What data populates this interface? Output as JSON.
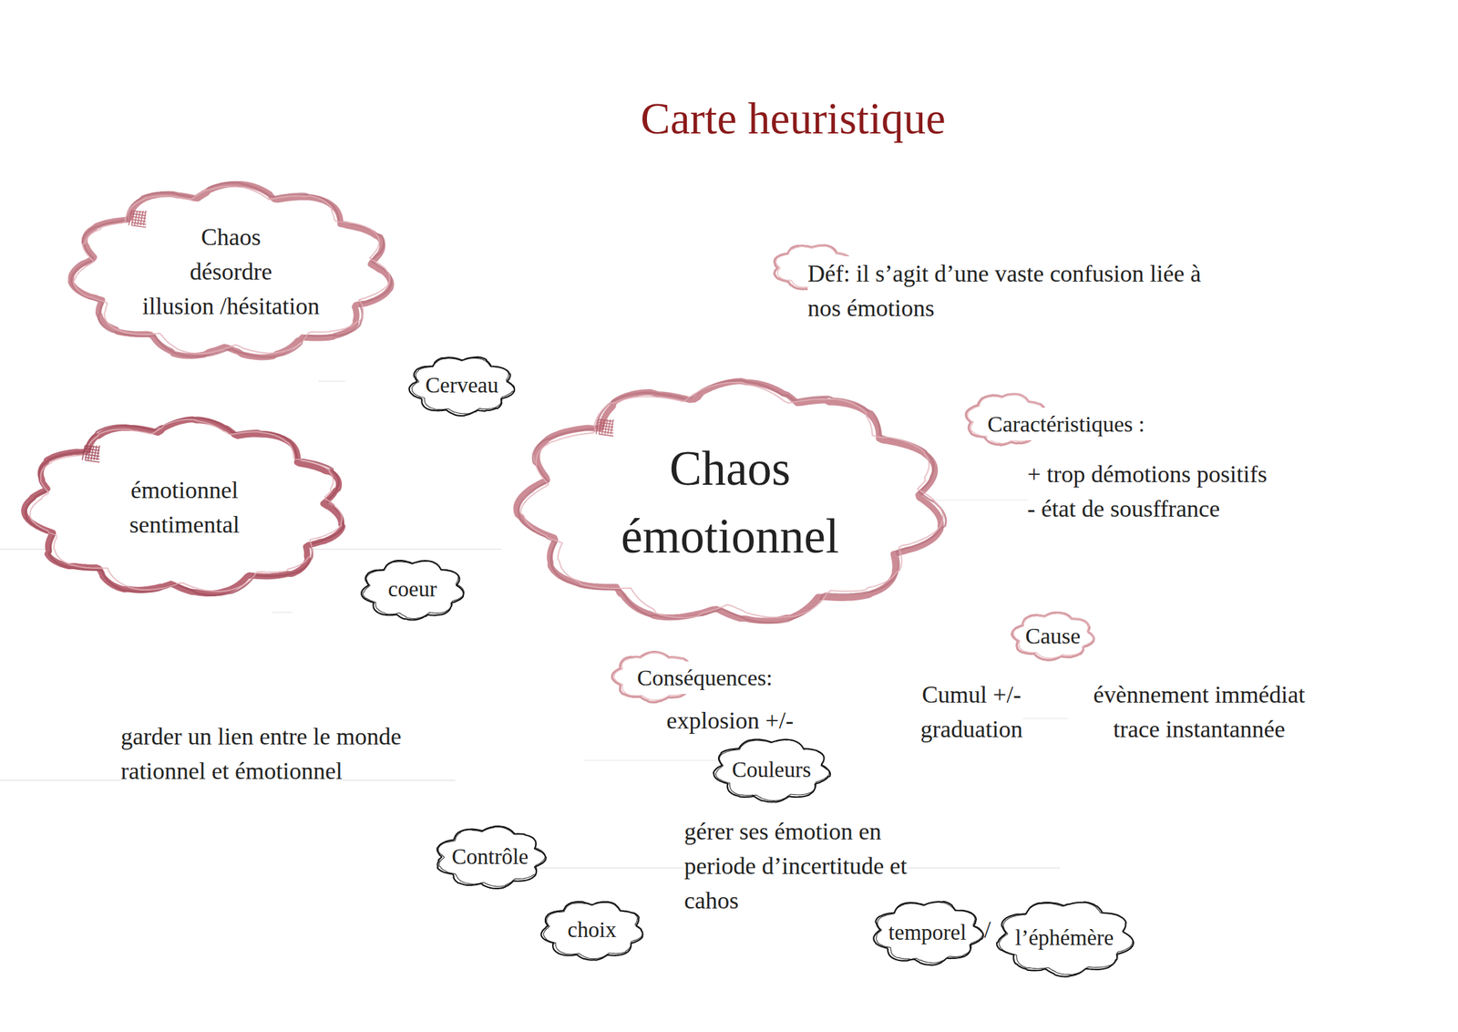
{
  "diagram": {
    "title": "Carte heuristique",
    "nodes": [
      {
        "text": [
          "Chaos",
          "désordre",
          "illusion /hésitation"
        ]
      },
      {
        "text": [
          "Déf: il s’agit d’une vaste confusion liée à nos émotions"
        ]
      },
      {
        "text": [
          "Cerveau"
        ]
      },
      {
        "text": [
          "Caractéristiques :"
        ]
      },
      {
        "text": [
          "émotionnel",
          "sentimental"
        ]
      },
      {
        "text": [
          "Chaos émotionnel"
        ]
      },
      {
        "text": [
          "coeur"
        ]
      },
      {
        "text": [
          "Cause"
        ]
      },
      {
        "text": [
          "Conséquences:"
        ]
      },
      {
        "text": [
          "Couleurs"
        ]
      },
      {
        "text": [
          "Contrôle"
        ]
      },
      {
        "text": [
          "choix"
        ]
      },
      {
        "text": [
          "temporel"
        ]
      },
      {
        "text": [
          "l’éphémère"
        ]
      }
    ],
    "labels": [
      "+ trop démotions positifs",
      "- état de sousffrance",
      "explosion +/-",
      "Cumul +/- graduation",
      "évènnement immédiat trace instantannée",
      "garder un lien entre le monde rationnel et émotionnel",
      "gérer ses émotion en periode d’incertitude et cahos",
      "/"
    ]
  }
}
